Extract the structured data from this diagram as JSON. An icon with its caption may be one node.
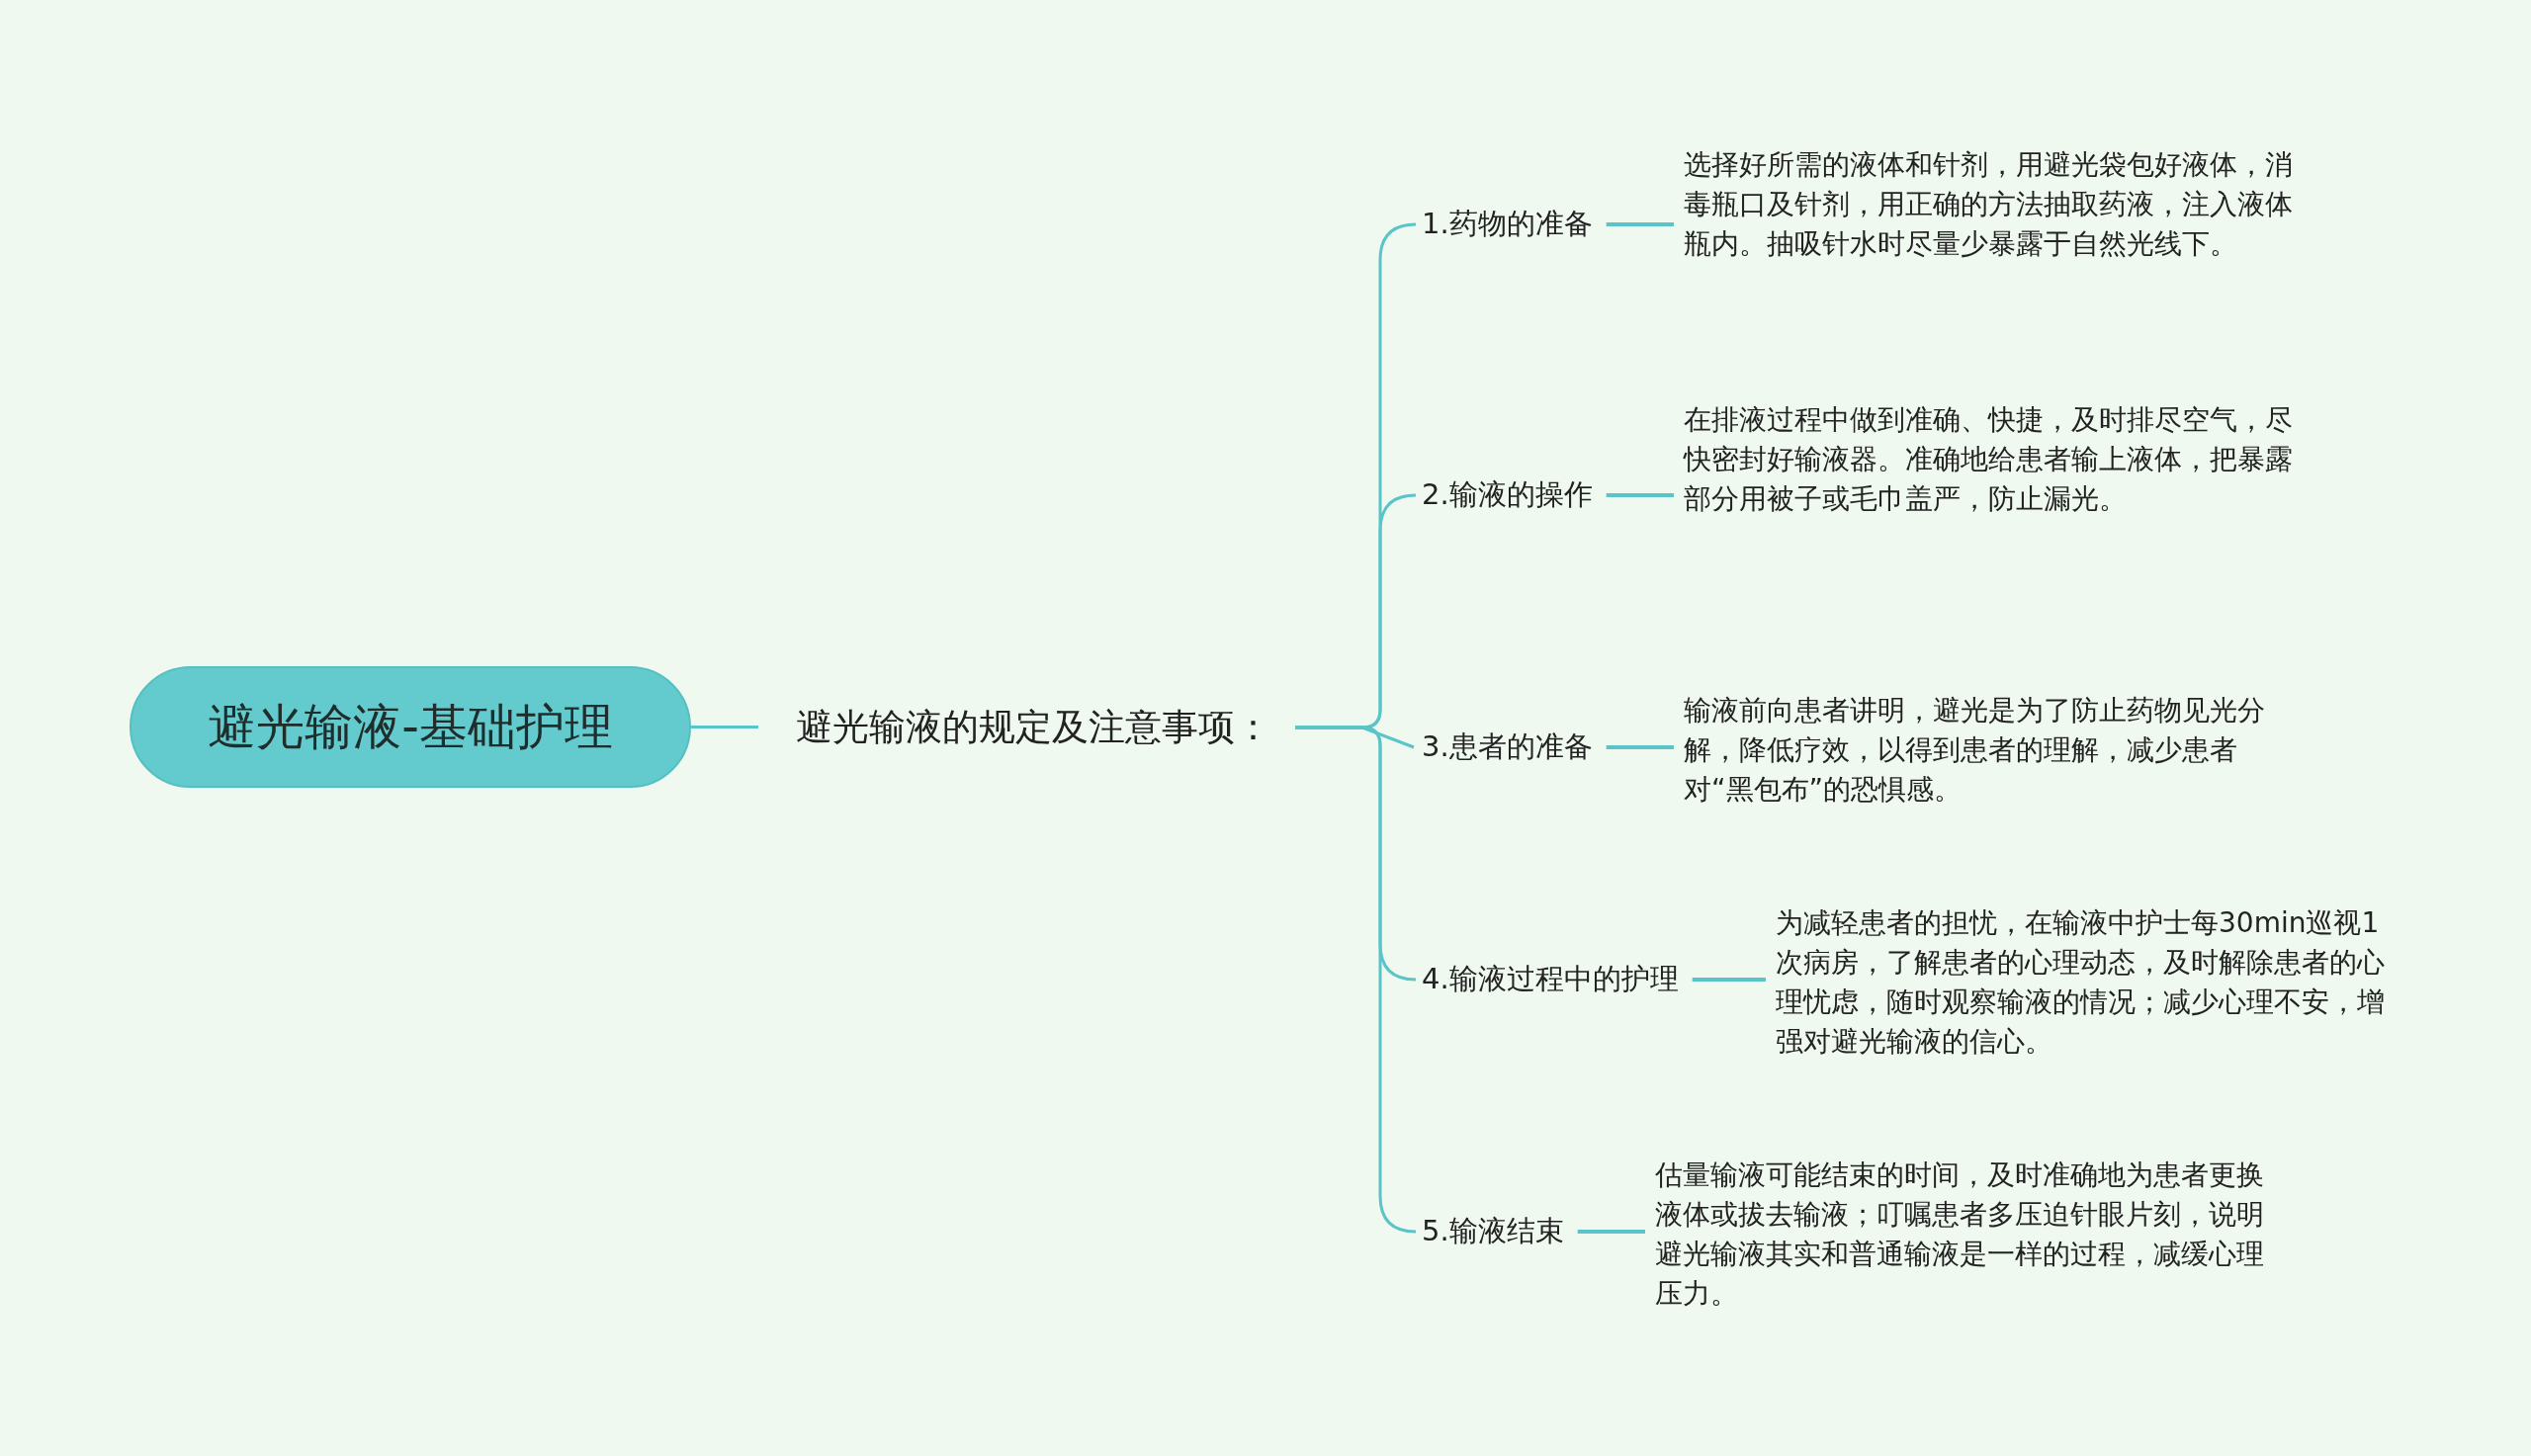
{
  "diagram": {
    "nodes": [
      {
        "text": [
          "避光输液-基础护理"
        ]
      },
      {
        "text": [
          "避光输液的规定及注意事项："
        ]
      },
      {
        "text": [
          "1.药物的准备"
        ]
      },
      {
        "text": [
          "2.输液的操作"
        ]
      },
      {
        "text": [
          "3.患者的准备"
        ]
      },
      {
        "text": [
          "4.输液过程中的护理"
        ]
      },
      {
        "text": [
          "5.输液结束"
        ]
      },
      {
        "text": [
          "选择好所需的液体和针剂，用避光袋包好液体，消毒瓶口及针剂，用正确的方法抽取药液，注入液体瓶内。抽吸针水时尽量少暴露于自然光线下。"
        ]
      },
      {
        "text": [
          "在排液过程中做到准确、快捷，及时排尽空气，尽快密封好输液器。准确地给患者输上液体，把暴露部分用被子或毛巾盖严，防止漏光。"
        ]
      },
      {
        "text": [
          "输液前向患者讲明，避光是为了防止药物见光分解，降低疗效，以得到患者的理解，减少患者对“黑包布”的恐惧感。"
        ]
      },
      {
        "text": [
          "为减轻患者的担忧，在输液中护士每30min巡视1次病房，了解患者的心理动态，及时解除患者的心理忧虑，随时观察输液的情况；减少心理不安，增强对避光输液的信心。"
        ]
      },
      {
        "text": [
          "估量输液可能结束的时间，及时准确地为患者更换液体或拔去输液；叮嘱患者多压迫针眼片刻，说明避光输液其实和普通输液是一样的过程，减缓心理压力。"
        ]
      }
    ],
    "edges": [
      {
        "from": 0,
        "to": 1,
        "arrow": "none"
      },
      {
        "from": 1,
        "to": 2,
        "arrow": "none"
      },
      {
        "from": 1,
        "to": 3,
        "arrow": "none"
      },
      {
        "from": 1,
        "to": 4,
        "arrow": "none"
      },
      {
        "from": 1,
        "to": 5,
        "arrow": "none"
      },
      {
        "from": 1,
        "to": 6,
        "arrow": "none"
      },
      {
        "from": 2,
        "to": 7,
        "arrow": "none"
      },
      {
        "from": 3,
        "to": 8,
        "arrow": "none"
      },
      {
        "from": 4,
        "to": 9,
        "arrow": "none"
      },
      {
        "from": 5,
        "to": 10,
        "arrow": "none"
      },
      {
        "from": 6,
        "to": 11,
        "arrow": "none"
      }
    ]
  }
}
